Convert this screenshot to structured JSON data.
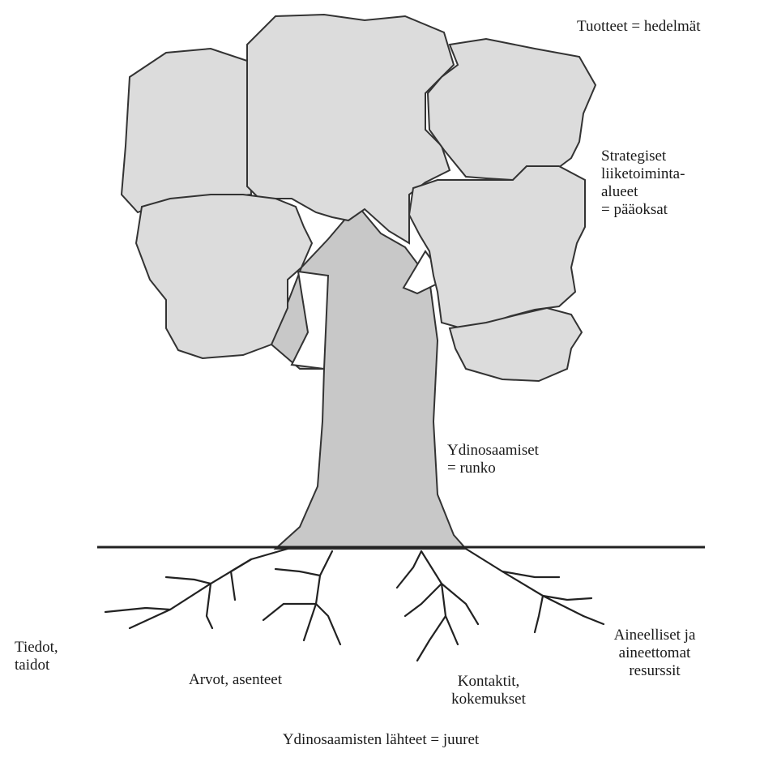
{
  "diagram": {
    "labels": {
      "fruits": [
        "Tuotteet = hedelmät"
      ],
      "branches": [
        "Strategiset",
        "liiketoiminta-",
        "alueet",
        "= pääoksat"
      ],
      "trunk": [
        "Ydinosaamiset",
        "= runko"
      ],
      "root_knowledge": [
        "Tiedot,",
        "taidot"
      ],
      "root_values": [
        "Arvot, asenteet"
      ],
      "root_contacts": [
        "Kontaktit,",
        "kokemukset"
      ],
      "root_resources": [
        "Aineelliset ja",
        "aineettomat",
        "resurssit"
      ],
      "roots_caption": [
        "Ydinosaamisten lähteet = juuret"
      ]
    },
    "colors": {
      "canopy_fill": "#dcdcdc",
      "trunk_fill": "#c8c8c8",
      "outline": "#333333",
      "ground": "#222222",
      "background": "#ffffff"
    }
  }
}
